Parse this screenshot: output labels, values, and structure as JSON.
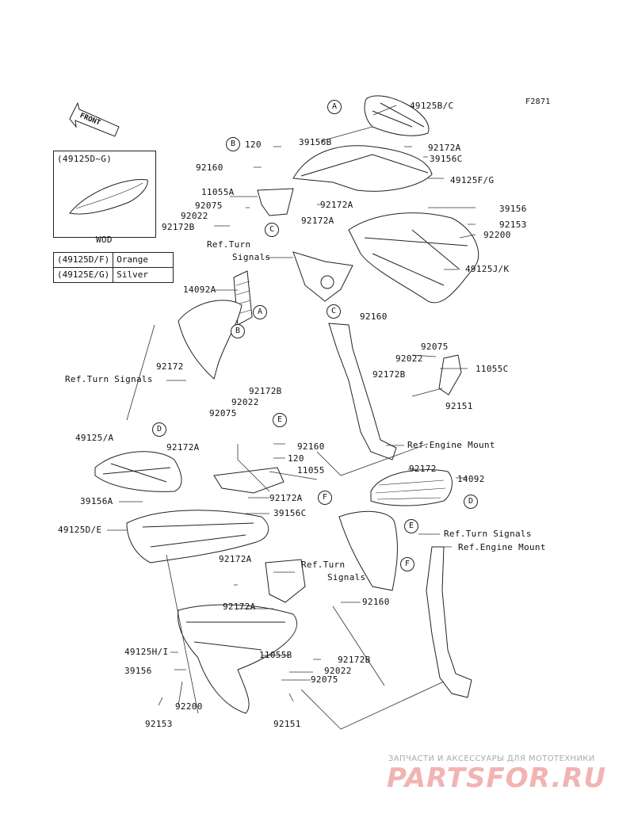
{
  "figure_code": "F2871",
  "front_label": "FRONT",
  "inset": {
    "title": "(49125D~G)",
    "footer": "WOD"
  },
  "legend": [
    {
      "code": "(49125D/F)",
      "color": "Orange"
    },
    {
      "code": "(49125E/G)",
      "color": "Silver"
    }
  ],
  "callouts": [
    "A",
    "B",
    "C",
    "D",
    "E",
    "F"
  ],
  "parts": {
    "p49125BC": "49125B/C",
    "p39156B": "39156B",
    "p92172A_1": "92172A",
    "p39156C_1": "39156C",
    "p49125FG": "49125F/G",
    "p120_1": "120",
    "p92160_1": "92160",
    "p11055A": "11055A",
    "p92075_1": "92075",
    "p92022_1": "92022",
    "p92172B_1": "92172B",
    "p92172A_2": "92172A",
    "p92172A_3": "92172A",
    "p39156_1": "39156",
    "p92153_1": "92153",
    "p92200_1": "92200",
    "p49125JK": "49125J/K",
    "refTurn1a": "Ref.Turn",
    "refTurn1b": "Signals",
    "p14092A": "14092A",
    "p92160_2": "92160",
    "p92075_2": "92075",
    "p92022_2": "92022",
    "p92172B_2": "92172B",
    "p11055C": "11055C",
    "p92151_1": "92151",
    "p92172_1": "92172",
    "refTurnSignals2": "Ref.Turn Signals",
    "p92172B_3": "92172B",
    "p92022_3": "92022",
    "p92075_3": "92075",
    "p49125A": "49125/A",
    "p92172A_4": "92172A",
    "p92160_3": "92160",
    "p120_2": "120",
    "p11055": "11055",
    "refEngineMount1": "Ref.Engine Mount",
    "p92172_2": "92172",
    "p14092": "14092",
    "p39156A": "39156A",
    "p92172A_5": "92172A",
    "p39156C_2": "39156C",
    "p49125DE": "49125D/E",
    "refTurnSignals3": "Ref.Turn Signals",
    "refEngineMount2": "Ref.Engine Mount",
    "p92172A_6": "92172A",
    "refTurn4a": "Ref.Turn",
    "refTurn4b": "Signals",
    "p92172A_7": "92172A",
    "p92160_4": "92160",
    "p49125HI": "49125H/I",
    "p11055B": "11055B",
    "p92172B_4": "92172B",
    "p39156_2": "39156",
    "p92022_4": "92022",
    "p92075_4": "92075",
    "p92200_2": "92200",
    "p92153_2": "92153",
    "p92151_2": "92151"
  },
  "watermark": {
    "line1": "ЗАПЧАСТИ И АКСЕССУАРЫ ДЛЯ МОТОТЕХНИКИ",
    "line2": "PARTSFOR.RU"
  }
}
